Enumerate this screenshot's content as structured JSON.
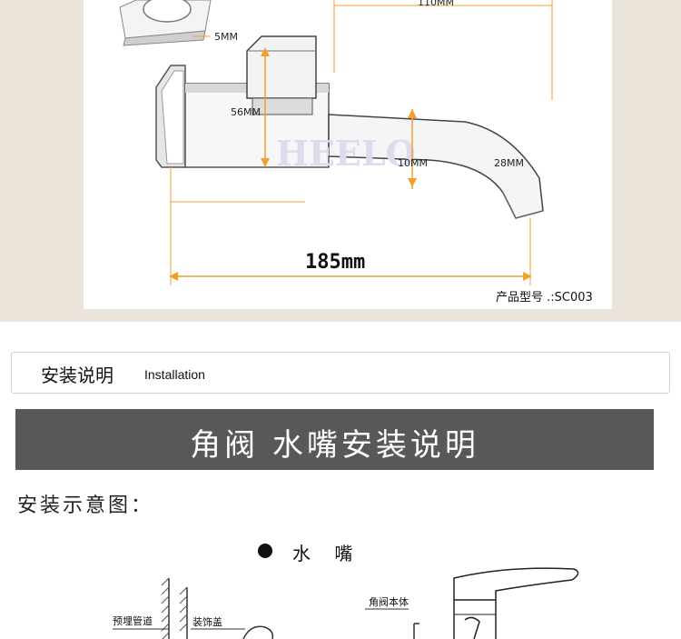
{
  "product_photo": {
    "dimensions": {
      "top_width": "110MM",
      "flange_offset": "5MM",
      "body_height": "56MM",
      "spout_height": "10MM",
      "spout_length": "28MM",
      "total_length": "185mm"
    },
    "watermark": "HEELO",
    "model_label": "产品型号 .:SC003"
  },
  "section_header": {
    "title_cn": "安装说明",
    "title_en": "Installation"
  },
  "banner": {
    "text": "角阀  水嘴安装说明"
  },
  "diagram": {
    "label": "安装示意图：",
    "faucet_title": "水 嘴",
    "labels": {
      "embedded_pipe": "预埋管道",
      "decor_cover": "装饰盖",
      "valve_body": "角阀本体"
    }
  },
  "colors": {
    "background_band": "#e9e3d9",
    "banner_bg": "#595757",
    "dimension_line": "#f0a030"
  }
}
